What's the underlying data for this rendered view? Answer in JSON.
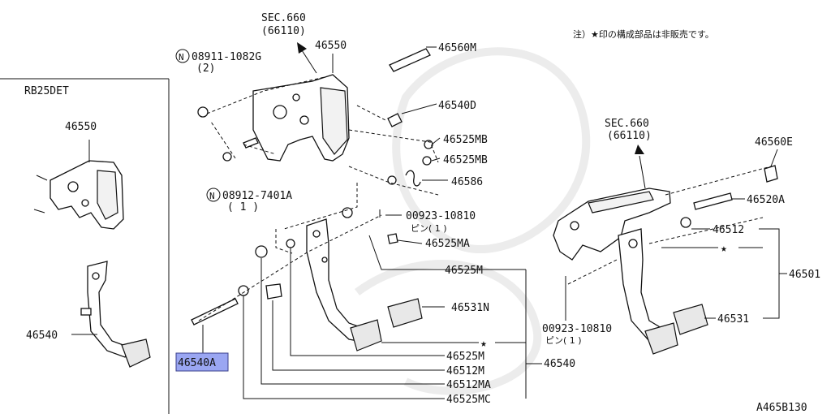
{
  "labels": {
    "sec_top": "SEC.660",
    "sec_top_code": "(66110)",
    "sec_right": "SEC.660",
    "sec_right_code": "(66110)",
    "note": "注）★印の構成部品は非販売です。",
    "variant": "RB25DET",
    "left_bracket": "46550",
    "left_pedal": "46540",
    "p46550": "46550",
    "p46560M": "46560M",
    "p08911": "08911-1082G",
    "p08911_qty": "(2)",
    "p46540D": "46540D",
    "p46525MB_1": "46525MB",
    "p46525MB_2": "46525MB",
    "p46586": "46586",
    "p08912": "08912-7401A",
    "p08912_qty": "( 1 )",
    "p00923_top": "00923-10810",
    "p00923_top_pin": "ピン( 1 )",
    "p46525MA": "46525MA",
    "p46525M_1": "46525M",
    "p46531N": "46531N",
    "star1": "★",
    "p46525M_2": "46525M",
    "p46540_main": "46540",
    "p46512M": "46512M",
    "p46512MA": "46512MA",
    "p46525MC": "46525MC",
    "p46540A": "46540A",
    "p46560E": "46560E",
    "p46520A": "46520A",
    "p46512": "46512",
    "star2": "★",
    "p46501": "46501",
    "p00923_bot": "00923-10810",
    "p00923_bot_pin": "ピン( 1 )",
    "p46531": "46531",
    "diagram_code": "A465B130"
  },
  "highlight_color": "#9aa6f2"
}
